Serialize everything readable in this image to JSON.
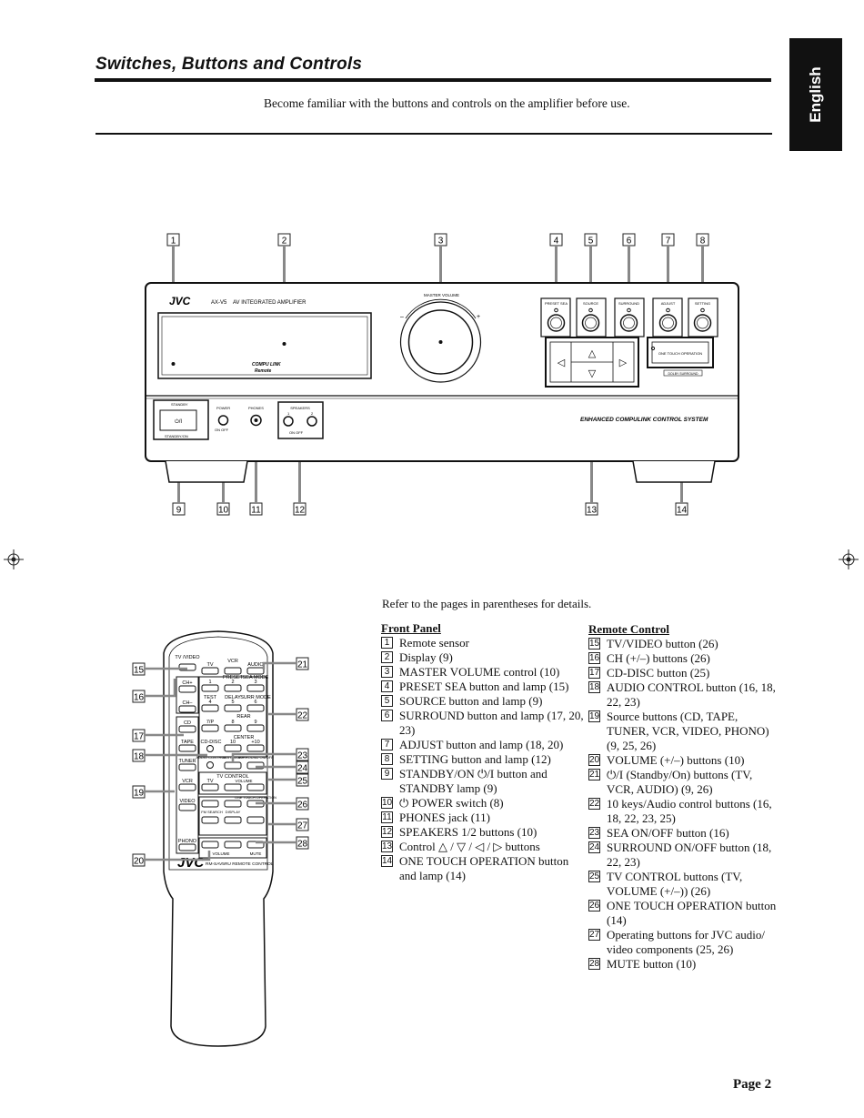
{
  "header": {
    "title": "Switches, Buttons and Controls",
    "intro": "Become familiar with the buttons and controls on the amplifier before use.",
    "language_tab": "English"
  },
  "amplifier": {
    "brand": "JVC",
    "model": "AX-V5",
    "model_desc": "AV INTEGRATED AMPLIFIER",
    "compulink": "COMPU LINK",
    "remote_badge": "Remote",
    "master_volume": "MASTER VOLUME",
    "vol_minus": "–",
    "vol_plus": "+",
    "preset_sea": "PRESET SEA",
    "source": "SOURCE",
    "surround": "SURROUND",
    "adjust": "ADJUST",
    "setting": "SETTING",
    "one_touch": "ONE TOUCH OPERATION",
    "dolby": "DOLBY SURROUND",
    "standby": "STANDBY",
    "standby_on": "STANDBY/ON",
    "power": "POWER",
    "power_states": "ON  OFF",
    "phones": "PHONES",
    "speakers": "SPEAKERS",
    "spk1": "1",
    "spk2": "2",
    "spk_states": "ON  OFF",
    "ecs": "ENHANCED COMPULINK CONTROL SYSTEM",
    "callouts": [
      "1",
      "2",
      "3",
      "4",
      "5",
      "6",
      "7",
      "8",
      "9",
      "10",
      "11",
      "12",
      "13",
      "14"
    ]
  },
  "remote": {
    "brand": "JVC",
    "model": "RM-SAV5RU REMOTE CONTROL",
    "tv_video": "TV /VIDEO",
    "tv": "TV",
    "vcr": "VCR",
    "audio": "AUDIO",
    "ch_plus": "CH+",
    "ch_minus": "CH–",
    "cd": "CD",
    "tape": "TAPE",
    "cd_disc": "CD-DISC",
    "tuner": "TUNER",
    "vcr2": "VCR",
    "video": "VIDEO",
    "phono": "PHONO",
    "k1": "1",
    "k2": "2",
    "k3": "3",
    "k4": "4",
    "k5": "5",
    "k6": "6",
    "k7": "7/P",
    "k8": "8",
    "k9": "9",
    "k10": "10",
    "k11": "+10",
    "preset": "PRESET",
    "sea_mode": "SEA MODE",
    "test": "TEST",
    "delay": "DELAY",
    "surr_mode": "SURR MODE",
    "rear": "REAR",
    "center": "CENTER",
    "audio_control": "AUDIO CONTROL",
    "sea_onoff": "SEA ON/OFF",
    "surround_onoff": "SURROUND ON/OFF",
    "tv_control": "TV CONTROL",
    "tv2": "TV",
    "volume": "VOLUME",
    "one_touch_op": "ONE TOUCH OPERATION",
    "fm_search": "FM SEARCH",
    "display": "DISPLAY",
    "mute": "MUTE",
    "volume2": "VOLUME",
    "callouts": [
      "15",
      "16",
      "17",
      "18",
      "19",
      "20",
      "21",
      "22",
      "23",
      "24",
      "25",
      "26",
      "27",
      "28"
    ]
  },
  "refer": "Refer to the pages in parentheses for details.",
  "front_panel": {
    "heading": "Front Panel",
    "items": [
      {
        "num": "1",
        "text": "Remote sensor"
      },
      {
        "num": "2",
        "text": "Display (9)"
      },
      {
        "num": "3",
        "text": "MASTER VOLUME control (10)"
      },
      {
        "num": "4",
        "text": "PRESET SEA button and lamp (15)"
      },
      {
        "num": "5",
        "text": "SOURCE button and lamp (9)"
      },
      {
        "num": "6",
        "text": "SURROUND button and lamp (17, 20, 23)"
      },
      {
        "num": "7",
        "text": "ADJUST button and lamp (18, 20)"
      },
      {
        "num": "8",
        "text": "SETTING button and lamp (12)"
      },
      {
        "num": "9",
        "text": "STANDBY/ON ⏻/I button and STANDBY lamp (9)"
      },
      {
        "num": "10",
        "text": "⏻ POWER switch (8)"
      },
      {
        "num": "11",
        "text": "PHONES jack (11)"
      },
      {
        "num": "12",
        "text": "SPEAKERS 1/2 buttons (10)"
      },
      {
        "num": "13",
        "text": "Control △ / ▽ / ◁ / ▷ buttons"
      },
      {
        "num": "14",
        "text": "ONE TOUCH OPERATION button and lamp (14)"
      }
    ]
  },
  "remote_control": {
    "heading": "Remote Control",
    "items": [
      {
        "num": "15",
        "text": "TV/VIDEO button (26)"
      },
      {
        "num": "16",
        "text": "CH (+/–) buttons (26)"
      },
      {
        "num": "17",
        "text": "CD-DISC button (25)"
      },
      {
        "num": "18",
        "text": "AUDIO CONTROL button (16, 18, 22, 23)"
      },
      {
        "num": "19",
        "text": "Source buttons (CD, TAPE, TUNER, VCR, VIDEO, PHONO) (9, 25, 26)"
      },
      {
        "num": "20",
        "text": "VOLUME (+/–) buttons (10)"
      },
      {
        "num": "21",
        "text": "⏻/I (Standby/On) buttons (TV, VCR, AUDIO) (9, 26)"
      },
      {
        "num": "22",
        "text": "10 keys/Audio control buttons (16, 18, 22, 23, 25)"
      },
      {
        "num": "23",
        "text": "SEA ON/OFF button (16)"
      },
      {
        "num": "24",
        "text": "SURROUND ON/OFF button (18, 22, 23)"
      },
      {
        "num": "25",
        "text": "TV CONTROL buttons (TV, VOLUME (+/–)) (26)"
      },
      {
        "num": "26",
        "text": "ONE TOUCH OPERATION button (14)"
      },
      {
        "num": "27",
        "text": "Operating buttons for JVC audio/ video components (25, 26)"
      },
      {
        "num": "28",
        "text": "MUTE button (10)"
      }
    ]
  },
  "footer": {
    "page": "Page 2"
  }
}
